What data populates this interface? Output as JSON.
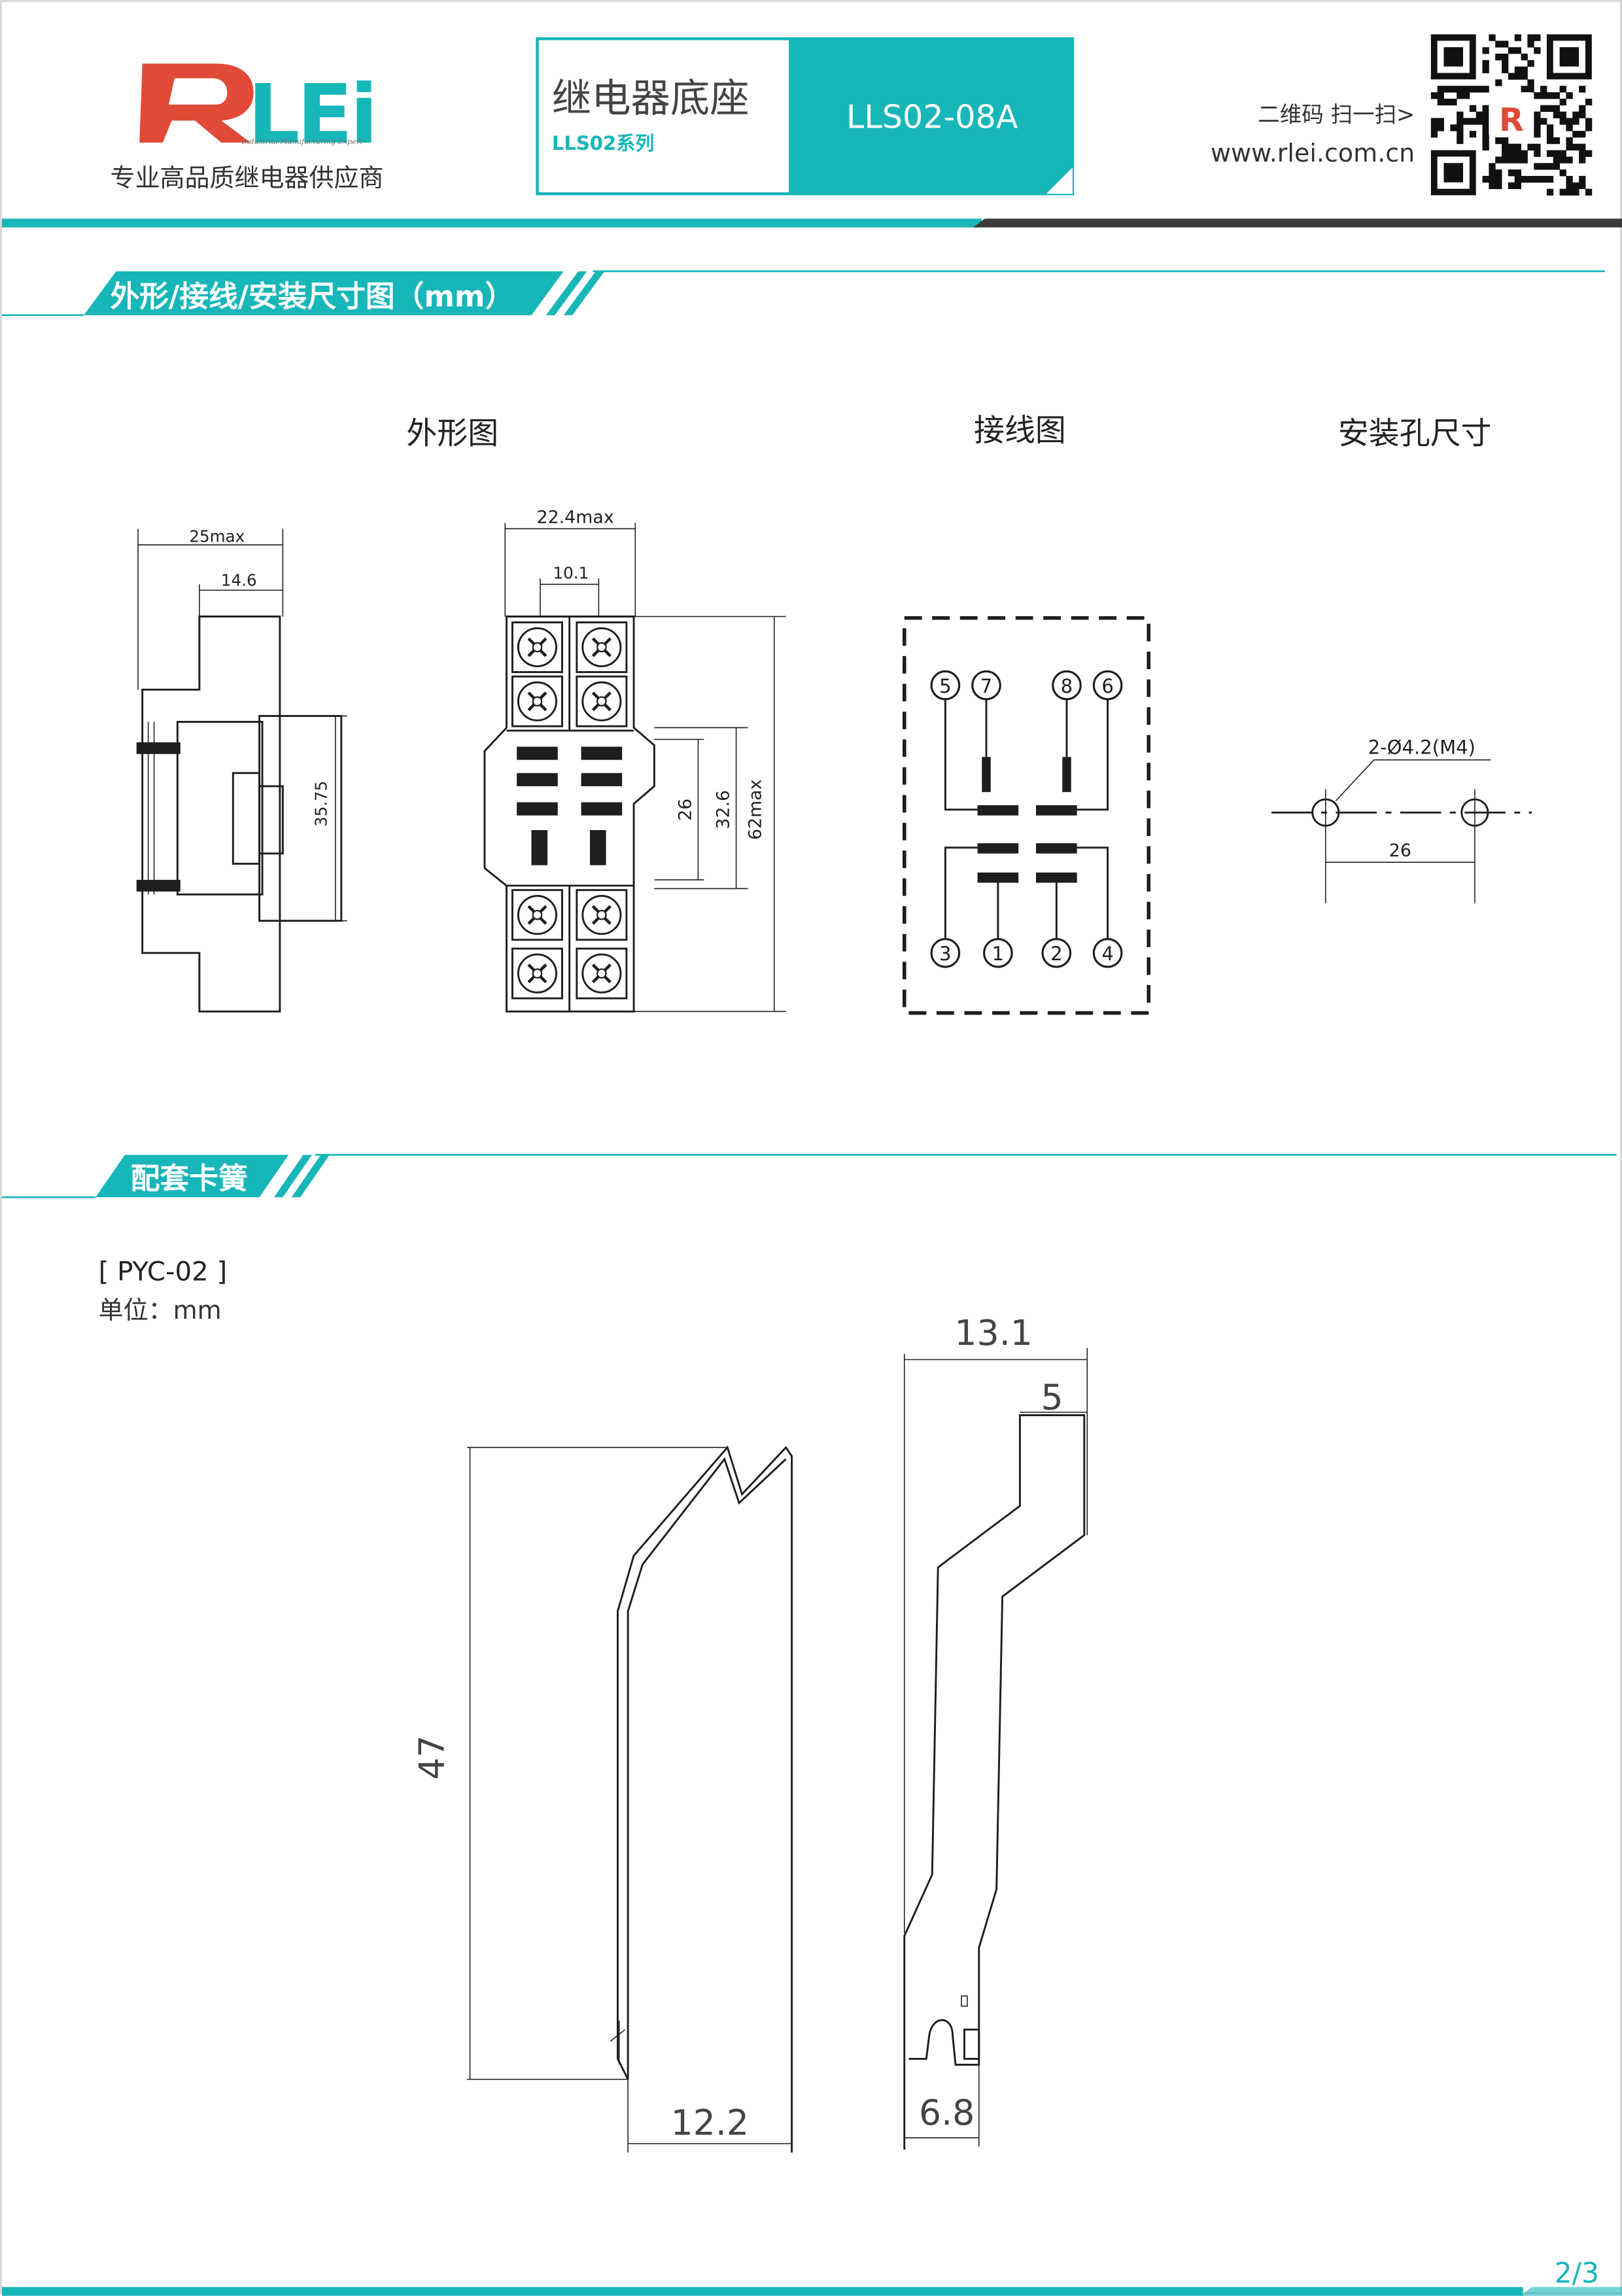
{
  "header": {
    "logo_text": "RLEi",
    "logo_tagline": "Industrial Manufacturing Expert",
    "company_slogan": "专业高品质继电器供应商",
    "product_category": "继电器底座",
    "product_series": "LLS02系列",
    "product_model": "LLS02-08A",
    "qr_label": "二维码 扫一扫>",
    "website": "www.rlei.com.cn"
  },
  "colors": {
    "brand_red": "#e04a36",
    "teal": "#17b6b8",
    "dark_gray": "#3a3a3a"
  },
  "section_dimensions": {
    "title": "外形/接线/安装尺寸图（mm）",
    "outline_label": "外形图",
    "wiring_label": "接线图",
    "mounting_label": "安装孔尺寸",
    "side_view": {
      "width_max": "25max",
      "offset": "14.6",
      "height": "35.75"
    },
    "front_view": {
      "width_max": "22.4max",
      "inner_width": "10.1",
      "dim_26": "26",
      "dim_32_6": "32.6",
      "height_max": "62max"
    },
    "wiring_terminals_top": [
      "5",
      "7",
      "8",
      "6"
    ],
    "wiring_terminals_bottom": [
      "3",
      "1",
      "2",
      "4"
    ],
    "mounting": {
      "hole_spec": "2-Ø4.2(M4)",
      "spacing": "26"
    }
  },
  "section_clip": {
    "title": "配套卡簧",
    "model": "[ PYC-02 ]",
    "unit": "单位：mm",
    "dims": {
      "height": "47",
      "base_width": "12.2",
      "top_width": "13.1",
      "tip_width": "5",
      "bottom_width": "6.8"
    }
  },
  "footer": {
    "page": "2/3"
  }
}
